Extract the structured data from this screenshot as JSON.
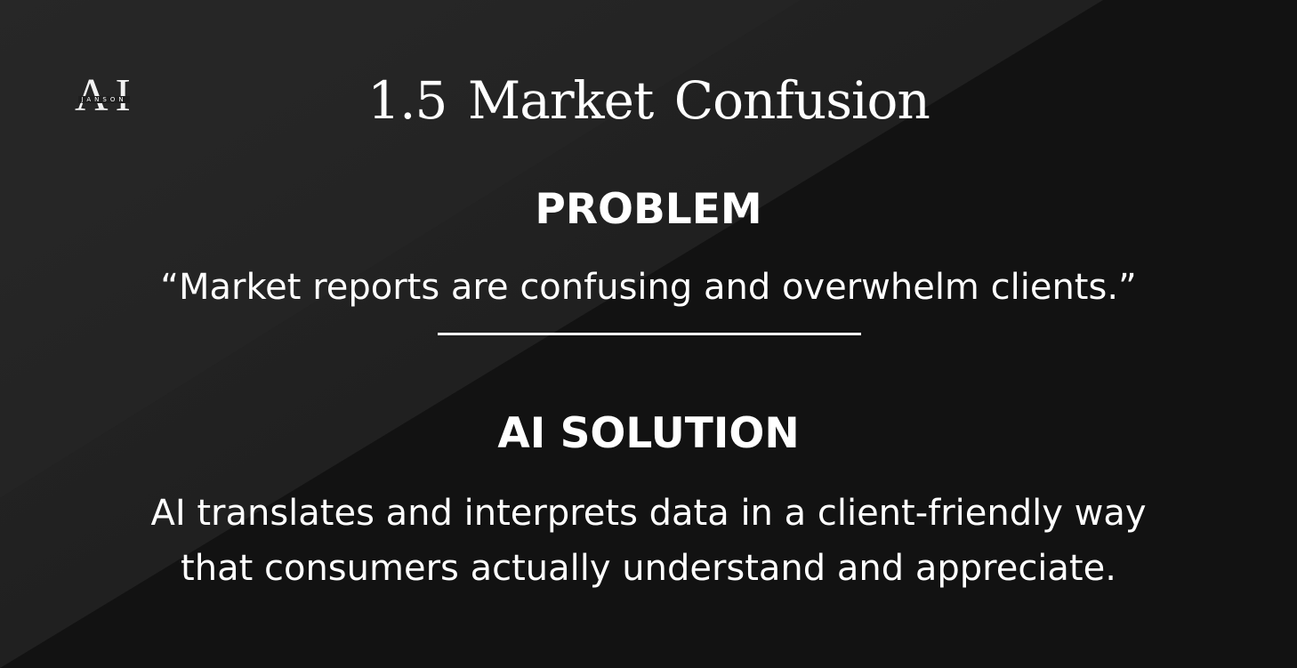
{
  "logo": {
    "letters": "AI",
    "subtext": "JANSON"
  },
  "title": "1.5  Market Confusion",
  "problem": {
    "heading": "PROBLEM",
    "quote": "“Market reports are confusing and overwhelm clients.”"
  },
  "solution": {
    "heading": "AI SOLUTION",
    "line1": "AI translates and interprets data in a client-friendly way",
    "line2": "that consumers actually understand and appreciate."
  },
  "colors": {
    "background": "#121212",
    "text": "#ffffff"
  }
}
